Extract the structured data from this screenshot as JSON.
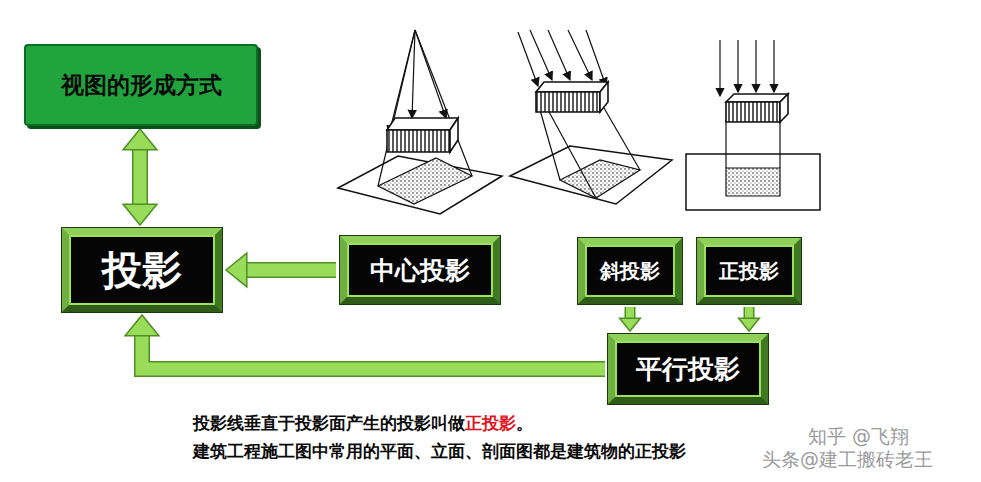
{
  "diagram": {
    "nodes": [
      {
        "text": [
          "视图的形成方式"
        ]
      },
      {
        "text": [
          "投影"
        ]
      },
      {
        "text": [
          "中心投影"
        ]
      },
      {
        "text": [
          "斜投影"
        ]
      },
      {
        "text": [
          "正投影"
        ]
      },
      {
        "text": [
          "平行投影"
        ]
      }
    ],
    "edges": [
      {
        "from": 0,
        "to": 1,
        "arrow": "both"
      },
      {
        "from": 2,
        "to": 1,
        "arrow": "to"
      },
      {
        "from": 3,
        "to": 5,
        "arrow": "to"
      },
      {
        "from": 4,
        "to": 5,
        "arrow": "to"
      },
      {
        "from": 5,
        "to": 1,
        "arrow": "to"
      }
    ],
    "labels": [
      "投影线垂直于投影面产生的投影叫做",
      "正投影",
      "。",
      "建筑工程施工图中常用的平面、立面、剖面图都是建筑物的正投影",
      "知乎 @飞翔",
      "头条@建工搬砖老王"
    ]
  }
}
